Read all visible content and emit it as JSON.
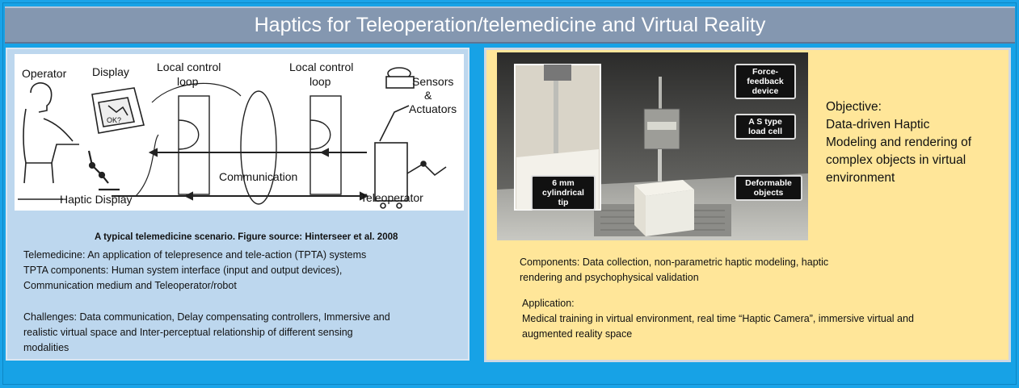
{
  "title": "Haptics for Teleoperation/telemedicine and Virtual Reality",
  "left": {
    "diagram_labels": {
      "operator": "Operator",
      "display": "Display",
      "local_loop_1a": "Local control",
      "local_loop_1b": "loop",
      "local_loop_2a": "Local control",
      "local_loop_2b": "loop",
      "sensors": "Sensors",
      "amp": "&",
      "actuators": "Actuators",
      "communication": "Communication",
      "haptic_display": "Haptic Display",
      "teleoperator": "Teleoperator",
      "ok": "OK?"
    },
    "caption": "A typical telemedicine  scenario. Figure source: Hinterseer et al. 2008",
    "lines": [
      "Telemedicine:  An  application of telepresence and tele-action (TPTA) systems",
      "TPTA components:  Human system interface (input and output devices),",
      "Communication  medium and Teleoperator/robot",
      "Challenges: Data communication,  Delay compensating controllers, Immersive and",
      "realistic virtual space and Inter-perceptual  relationship of different sensing",
      "modalities"
    ]
  },
  "right": {
    "photo_tags": {
      "force1": "Force-",
      "force2": "feedback",
      "force3": "device",
      "load1": "A S type",
      "load2": "load cell",
      "deform1": "Deformable",
      "deform2": "objects",
      "tip1": "6 mm",
      "tip2": "cylindrical",
      "tip3": "tip"
    },
    "objective": [
      "Objective:",
      "Data-driven Haptic",
      "Modeling and rendering of",
      "complex objects in virtual",
      "environment"
    ],
    "components": [
      "Components:  Data  collection, non-parametric  haptic modeling, haptic",
      "rendering  and psychophysical validation"
    ],
    "application": [
      "Application:",
      "Medical training in virtual environment,  real time “Haptic Camera”, immersive virtual and",
      "augmented reality space"
    ]
  }
}
